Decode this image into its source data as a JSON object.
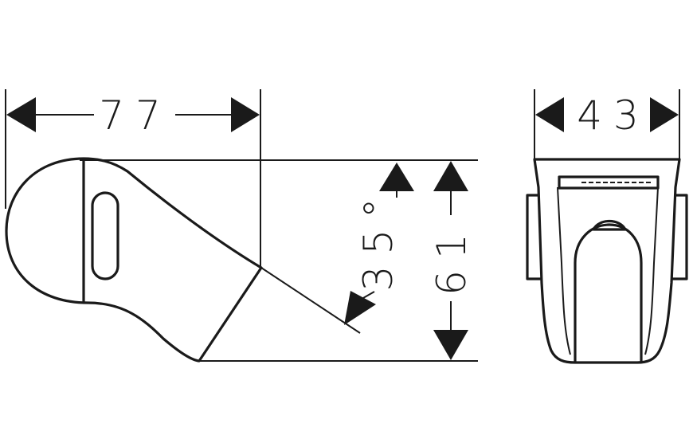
{
  "dimensions": {
    "width_side": "77",
    "angle": "35°",
    "height": "61",
    "width_front": "43"
  },
  "colors": {
    "line": "#1a1a1a",
    "background": "#ffffff"
  }
}
